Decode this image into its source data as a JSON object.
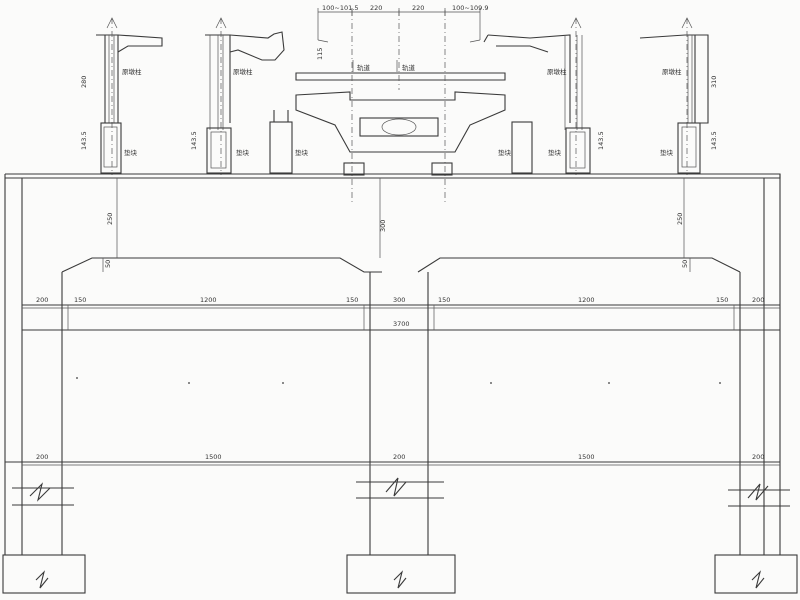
{
  "top_dims": {
    "left_offset": "100~101.5",
    "left_half": "220",
    "right_half": "220",
    "right_offset": "100~109.9",
    "center_h": "115"
  },
  "labels": {
    "left_outer_pier": "原墩柱",
    "left_inner_pier": "原墩柱",
    "right_inner_pier": "原墩柱",
    "right_outer_pier": "原墩柱",
    "bearing_1": "垫块",
    "bearing_2": "垫块",
    "bearing_3": "垫块",
    "bearing_4": "垫块",
    "bearing_5": "垫块",
    "bearing_6": "垫块",
    "center_1": "轨道",
    "center_2": "轨道"
  },
  "side_dims": {
    "h_left_outer": "280",
    "h_left_inner": "143.5",
    "h_left_inner2": "143.5",
    "h_right_inner": "143.5",
    "h_right_outer": "143.5",
    "h_right_top": "310",
    "cap_left": "250",
    "cap_center": "300",
    "cap_right": "250",
    "haunch_left": "50",
    "haunch_right": "50"
  },
  "span_dims": {
    "left_edge": "200",
    "left_haunch": "150",
    "left_span": "1200",
    "left_haunch_r": "150",
    "center_gap": "300",
    "right_haunch_l": "150",
    "right_span": "1200",
    "right_haunch_r": "150",
    "right_edge": "200",
    "total": "3700"
  },
  "bottom_dims": {
    "left_col": "200",
    "left_bay": "1500",
    "center_col": "200",
    "right_bay": "1500",
    "right_col": "200"
  }
}
